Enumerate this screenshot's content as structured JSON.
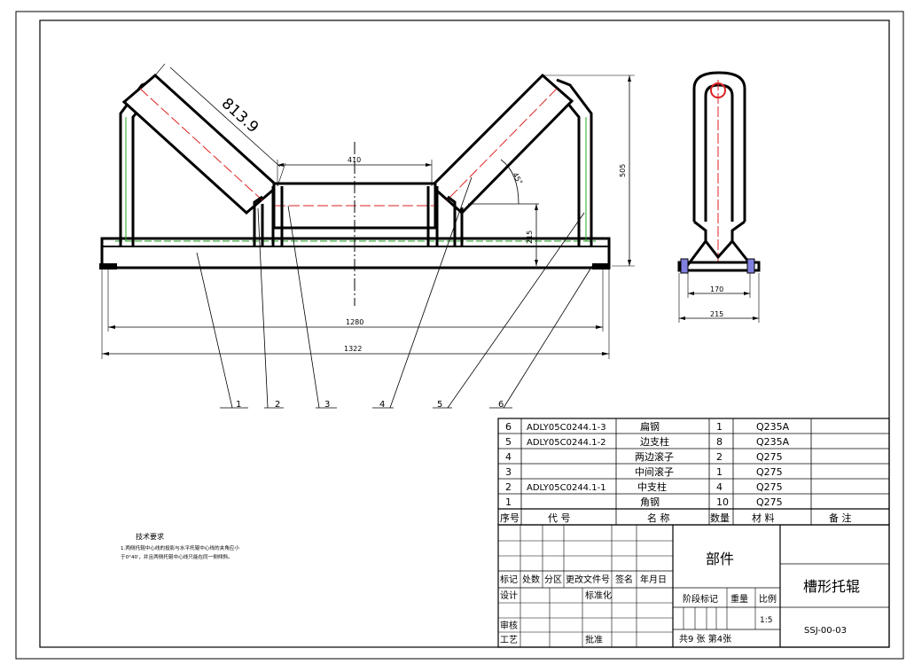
{
  "dimensions": {
    "roller_len": "813.9",
    "mid_gap": "410",
    "height_total": "505",
    "height_mid": "215",
    "angle": "45°",
    "width_1280": "1280",
    "width_1322": "1322",
    "side_170": "170",
    "side_215": "215"
  },
  "balloons": [
    "1",
    "2",
    "3",
    "4",
    "5",
    "6"
  ],
  "tech": {
    "title": "技术要求",
    "line1": "1.两侧托辊中心线的投影与水平托辊中心线的夹角应小",
    "line2": "于0°40′，并且两侧托辊中心线只能在同一侧倾斜。"
  },
  "bom": {
    "rows": [
      {
        "no": "6",
        "code": "ADLY05C0244.1-3",
        "name": "扁钢",
        "qty": "1",
        "mat": "Q235A",
        "note": ""
      },
      {
        "no": "5",
        "code": "ADLY05C0244.1-2",
        "name": "边支柱",
        "qty": "8",
        "mat": "Q235A",
        "note": ""
      },
      {
        "no": "4",
        "code": "",
        "name": "两边滚子",
        "qty": "2",
        "mat": "Q275",
        "note": ""
      },
      {
        "no": "3",
        "code": "",
        "name": "中间滚子",
        "qty": "1",
        "mat": "Q275",
        "note": ""
      },
      {
        "no": "2",
        "code": "ADLY05C0244.1-1",
        "name": "中支柱",
        "qty": "4",
        "mat": "Q275",
        "note": ""
      },
      {
        "no": "1",
        "code": "",
        "name": "角钢",
        "qty": "10",
        "mat": "Q275",
        "note": ""
      }
    ],
    "header": {
      "no": "序号",
      "code": "代  号",
      "name": "名  称",
      "qty": "数量",
      "mat": "材  料",
      "note": "备  注"
    }
  },
  "title_block": {
    "part_label": "部件",
    "title": "槽形托辊",
    "drawing_no": "SSJ-00-03",
    "scale": "1:5",
    "sheets": "共9 张 第4张",
    "h_mark": "标记",
    "h_count": "处数",
    "h_zone": "分区",
    "h_doc": "更改文件号",
    "h_sign": "签名",
    "h_date": "年月日",
    "h_design": "设计",
    "h_std": "标准化",
    "h_review": "审核",
    "h_craft": "工艺",
    "h_approve": "批准",
    "h_stage": "阶段标记",
    "h_weight": "重量",
    "h_ratio": "比例"
  }
}
